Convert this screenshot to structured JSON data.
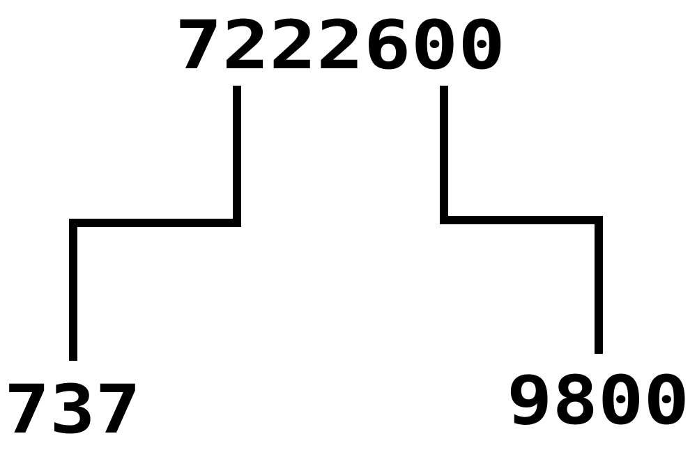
{
  "diagram": {
    "root": "7222600",
    "left_factor": "737",
    "right_factor": "9800"
  },
  "colors": {
    "ink": "#000000",
    "background": "#ffffff"
  }
}
